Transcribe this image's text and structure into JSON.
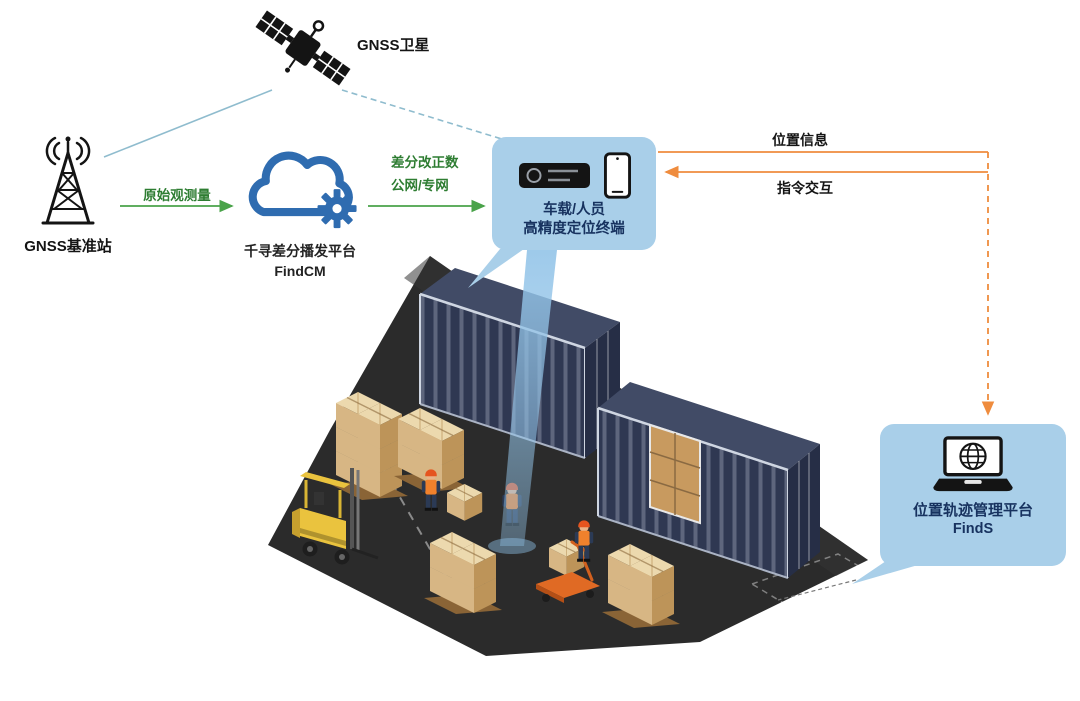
{
  "diagram": {
    "satellite_label": "GNSS卫星",
    "base_station_label": "GNSS基准站",
    "cloud_label_line1": "千寻差分播发平台",
    "cloud_label_line2": "FindCM",
    "edge_raw_observation": "原始观测量",
    "edge_diff_correction_line1": "差分改正数",
    "edge_diff_correction_line2": "公网/专网",
    "terminal_label_line1": "车载/人员",
    "terminal_label_line2": "高精度定位终端",
    "edge_position_info": "位置信息",
    "edge_command_interaction": "指令交互",
    "platform_label_line1": "位置轨迹管理平台",
    "platform_label_line2": "FindS"
  },
  "colors": {
    "bubble_blue": "#a9cfe9",
    "bubble_text_navy": "#17325f",
    "arrow_green": "#4aa34a",
    "label_green": "#2e7d32",
    "arrow_orange": "#ef8c3e",
    "link_teal": "#8fbcce",
    "cloud_blue": "#2f6cb0",
    "container_navy": "#2f3852",
    "floor_dark": "#2b2b2b",
    "box_tan": "#d7b684",
    "forklift_yellow": "#eac33e"
  }
}
